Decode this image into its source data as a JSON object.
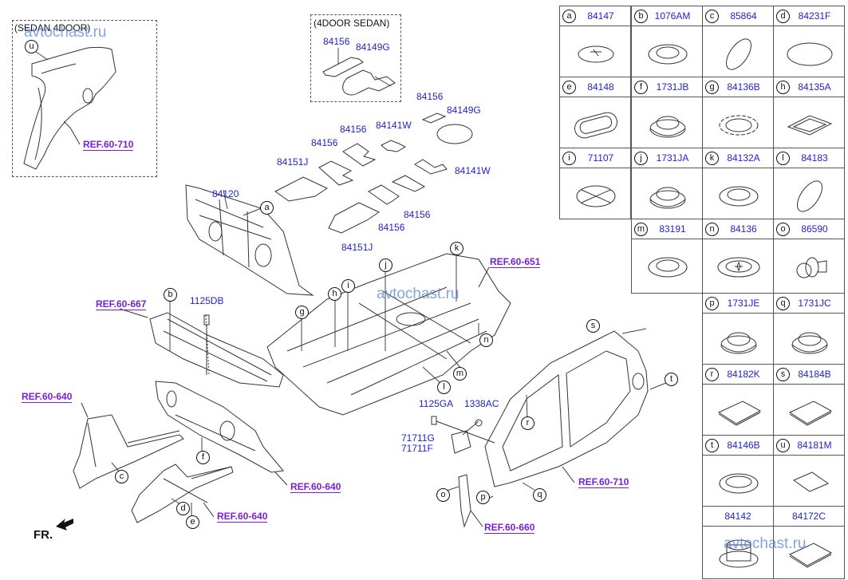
{
  "watermark": "avtochast.ru",
  "insets": {
    "sedan_4door": {
      "title": "(SEDAN 4DOOR)",
      "callout": "u",
      "ref": "REF.60-710"
    },
    "door4_sedan": {
      "title": "(4DOOR SEDAN)",
      "parts": [
        "84156",
        "84149G"
      ]
    }
  },
  "callouts": {
    "a": "a",
    "b": "b",
    "c": "c",
    "d": "d",
    "e": "e",
    "f": "f",
    "g": "g",
    "h": "h",
    "i": "i",
    "j": "j",
    "k": "k",
    "l": "l",
    "m": "m",
    "n": "n",
    "o": "o",
    "p": "p",
    "q": "q",
    "r": "r",
    "s": "s",
    "t": "t"
  },
  "part_labels": {
    "p84156_top": "84156",
    "p84149g_top": "84149G",
    "p84141w_a": "84141W",
    "p84156_a": "84156",
    "p84156_b": "84156",
    "p84151j_a": "84151J",
    "p84120": "84120",
    "p84141w_b": "84141W",
    "p84156_c": "84156",
    "p84156_d": "84156",
    "p84151j_b": "84151J",
    "p1125db": "1125DB",
    "p1125ga": "1125GA",
    "p1338ac": "1338AC",
    "p71711g": "71711G",
    "p71711f": "71711F"
  },
  "references": {
    "ref_651": "REF.60-651",
    "ref_667": "REF.60-667",
    "ref_640_a": "REF.60-640",
    "ref_640_b": "REF.60-640",
    "ref_640_c": "REF.60-640",
    "ref_710": "REF.60-710",
    "ref_660": "REF.60-660"
  },
  "front_indicator": "FR.",
  "parts_table": [
    {
      "key": "a",
      "part": "84147",
      "shape": "grommet-flat-slot"
    },
    {
      "key": "b",
      "part": "1076AM",
      "shape": "grommet-ring"
    },
    {
      "key": "c",
      "part": "85864",
      "shape": "disc-tilted"
    },
    {
      "key": "d",
      "part": "84231F",
      "shape": "ellipse-pad"
    },
    {
      "key": "e",
      "part": "84148",
      "shape": "oval-grommet"
    },
    {
      "key": "f",
      "part": "1731JB",
      "shape": "dome-plug"
    },
    {
      "key": "g",
      "part": "84136B",
      "shape": "toothed-ring"
    },
    {
      "key": "h",
      "part": "84135A",
      "shape": "rect-frame"
    },
    {
      "key": "i",
      "part": "71107",
      "shape": "cross-plug"
    },
    {
      "key": "j",
      "part": "1731JA",
      "shape": "dome-plug"
    },
    {
      "key": "k",
      "part": "84132A",
      "shape": "grommet-ring"
    },
    {
      "key": "l",
      "part": "84183",
      "shape": "disc-tilted"
    },
    {
      "key": "m",
      "part": "83191",
      "shape": "grommet-ring"
    },
    {
      "key": "n",
      "part": "84136",
      "shape": "star-plug"
    },
    {
      "key": "o",
      "part": "86590",
      "shape": "push-clip"
    },
    {
      "key": "p",
      "part": "1731JE",
      "shape": "dome-plug"
    },
    {
      "key": "q",
      "part": "1731JC",
      "shape": "dome-plug"
    },
    {
      "key": "r",
      "part": "84182K",
      "shape": "square-pad"
    },
    {
      "key": "s",
      "part": "84184B",
      "shape": "square-pad"
    },
    {
      "key": "t",
      "part": "84146B",
      "shape": "ring-flat"
    },
    {
      "key": "u",
      "part": "84181M",
      "shape": "rect-pad"
    },
    {
      "key": "",
      "part": "84142",
      "shape": "cylinder-plug"
    },
    {
      "key": "",
      "part": "84172C",
      "shape": "square-pad"
    }
  ]
}
